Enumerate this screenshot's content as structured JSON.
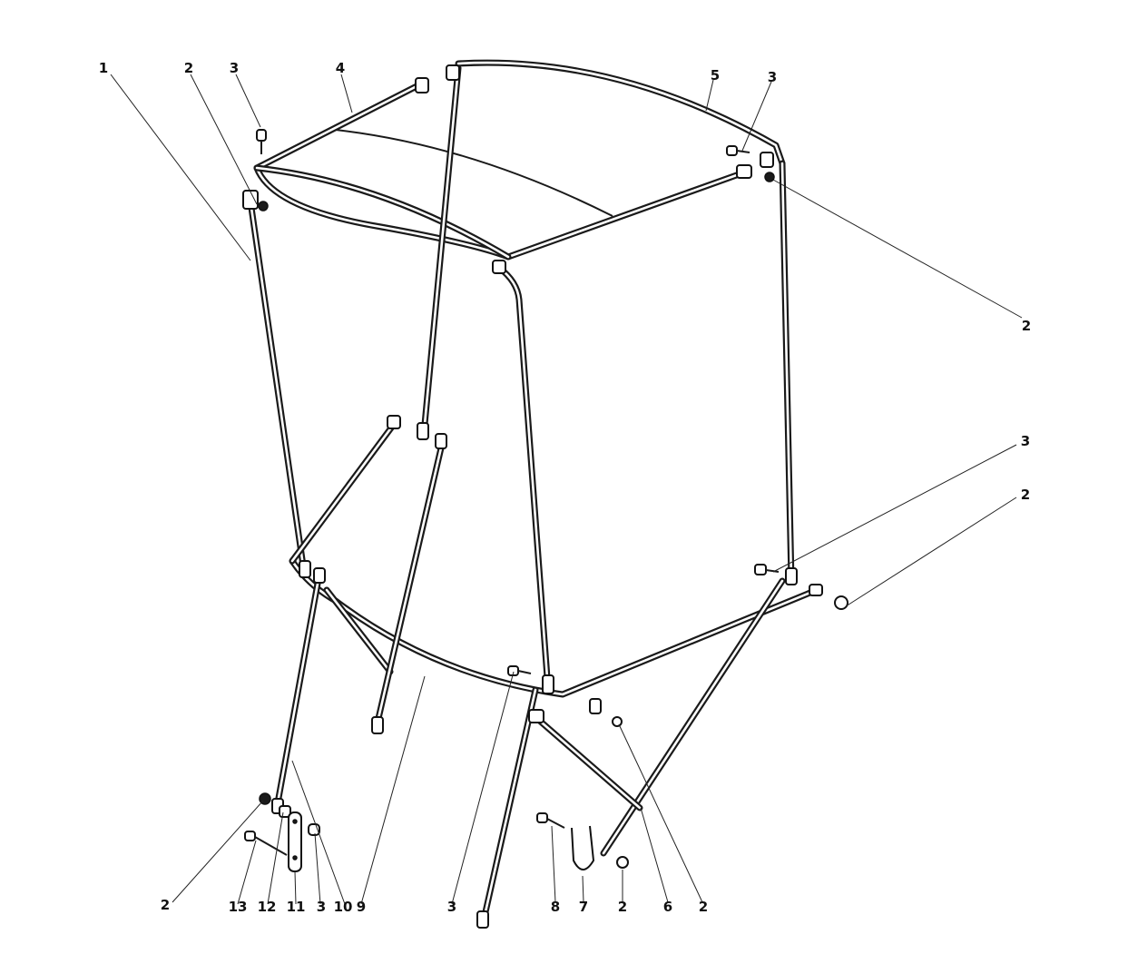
{
  "callouts": [
    {
      "id": "c1",
      "label": "1"
    },
    {
      "id": "c2a",
      "label": "2"
    },
    {
      "id": "c3a",
      "label": "3"
    },
    {
      "id": "c4",
      "label": "4"
    },
    {
      "id": "c5",
      "label": "5"
    },
    {
      "id": "c3b",
      "label": "3"
    },
    {
      "id": "c2b",
      "label": "2"
    },
    {
      "id": "c3c",
      "label": "3"
    },
    {
      "id": "c2c",
      "label": "2"
    },
    {
      "id": "c2d",
      "label": "2"
    },
    {
      "id": "c13",
      "label": "13"
    },
    {
      "id": "c12",
      "label": "12"
    },
    {
      "id": "c11",
      "label": "11"
    },
    {
      "id": "c3d",
      "label": "3"
    },
    {
      "id": "c10",
      "label": "10"
    },
    {
      "id": "c9",
      "label": "9"
    },
    {
      "id": "c3e",
      "label": "3"
    },
    {
      "id": "c8",
      "label": "8"
    },
    {
      "id": "c7",
      "label": "7"
    },
    {
      "id": "c2e",
      "label": "2"
    },
    {
      "id": "c6",
      "label": "6"
    },
    {
      "id": "c2f",
      "label": "2"
    }
  ],
  "colors": {
    "ink": "#1a1a1a",
    "paper": "#ffffff"
  }
}
